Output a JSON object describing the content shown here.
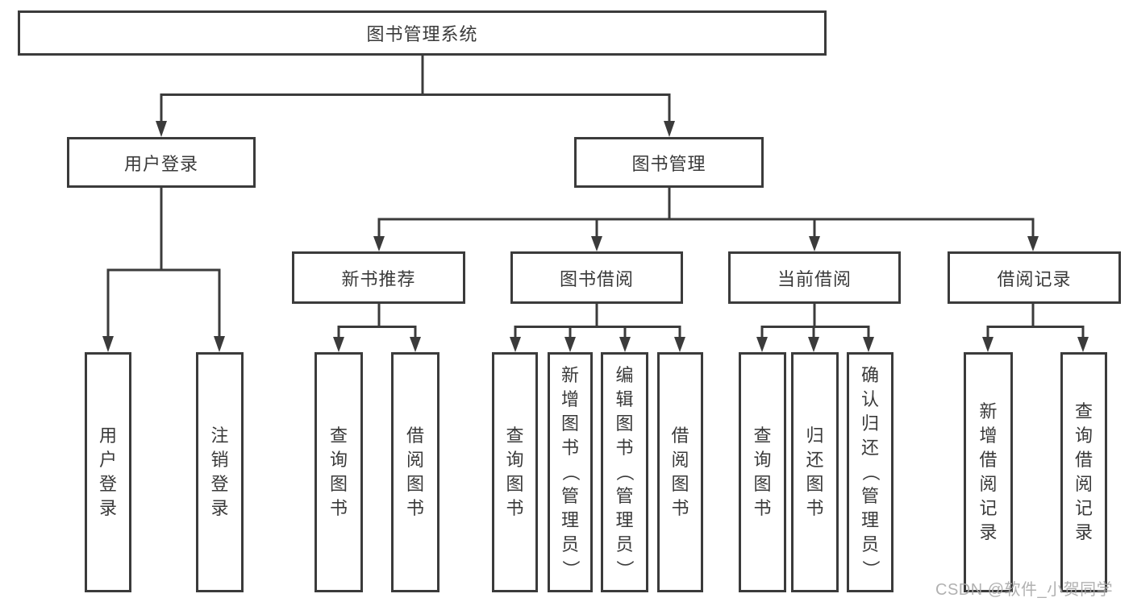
{
  "diagram_title": "图书管理系统",
  "tree": {
    "root": {
      "label": "图书管理系统",
      "children": [
        {
          "label": "用户登录",
          "children": [
            {
              "label": "用户登录"
            },
            {
              "label": "注销登录"
            }
          ]
        },
        {
          "label": "图书管理",
          "children": [
            {
              "label": "新书推荐",
              "children": [
                {
                  "label": "查询图书"
                },
                {
                  "label": "借阅图书"
                }
              ]
            },
            {
              "label": "图书借阅",
              "children": [
                {
                  "label": "查询图书"
                },
                {
                  "label": "新增图书（管理员）"
                },
                {
                  "label": "编辑图书（管理员）"
                },
                {
                  "label": "借阅图书"
                }
              ]
            },
            {
              "label": "当前借阅",
              "children": [
                {
                  "label": "查询图书"
                },
                {
                  "label": "归还图书"
                },
                {
                  "label": "确认归还（管理员）"
                }
              ]
            },
            {
              "label": "借阅记录",
              "children": [
                {
                  "label": "新增借阅记录"
                },
                {
                  "label": "查询借阅记录"
                }
              ]
            }
          ]
        }
      ]
    }
  },
  "watermark": {
    "text": "CSDN @软件_小贺同学"
  },
  "colors": {
    "line": "#3b3b3b",
    "box_border": "#3b3b3b",
    "text": "#3a3a3a",
    "background": "#ffffff",
    "watermark": "#a9a9a9"
  }
}
